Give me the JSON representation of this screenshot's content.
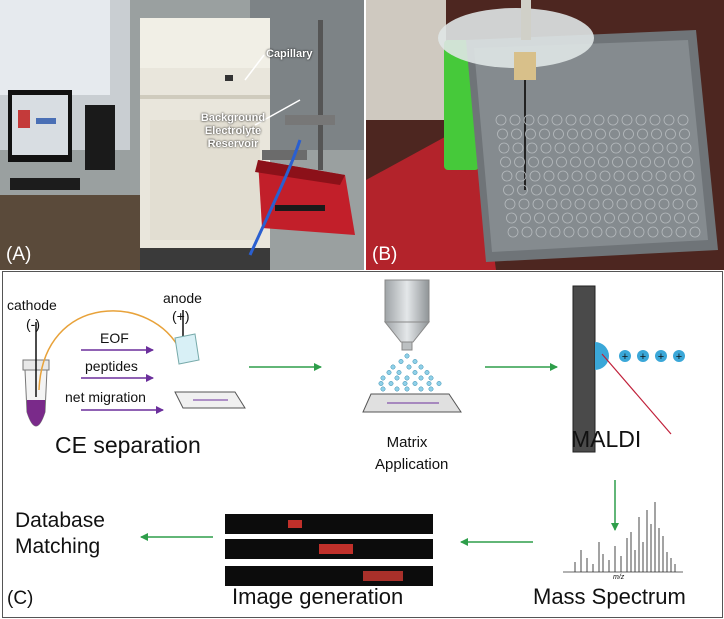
{
  "panel_a": {
    "label": "(A)",
    "callout_capillary": "Capillary",
    "callout_reservoir_line1": "Background",
    "callout_reservoir_line2": "Electrolyte",
    "callout_reservoir_line3": "Reservoir"
  },
  "panel_b": {
    "label": "(B)"
  },
  "panel_c": {
    "label": "(C)",
    "cathode": "cathode",
    "cathode_sign": "(-)",
    "anode": "anode",
    "anode_sign": "(+)",
    "eof": "EOF",
    "peptides": "peptides",
    "net_migration": "net migration",
    "ce_separation": "CE separation",
    "matrix_line1": "Matrix",
    "matrix_line2": "Application",
    "maldi": "MALDI",
    "ion_sign": "+",
    "mz": "m/z",
    "mass_spectrum": "Mass Spectrum",
    "image_generation": "Image generation",
    "database_line1": "Database",
    "database_line2": "Matching"
  },
  "colors": {
    "flow_arrow": "#2e9e4a",
    "migration_arrow": "#6b2f9c",
    "capillary": "#e8a23a",
    "ion": "#3aa7d8",
    "laser": "#c0203a",
    "vial_liquid": "#7a2a8a"
  }
}
